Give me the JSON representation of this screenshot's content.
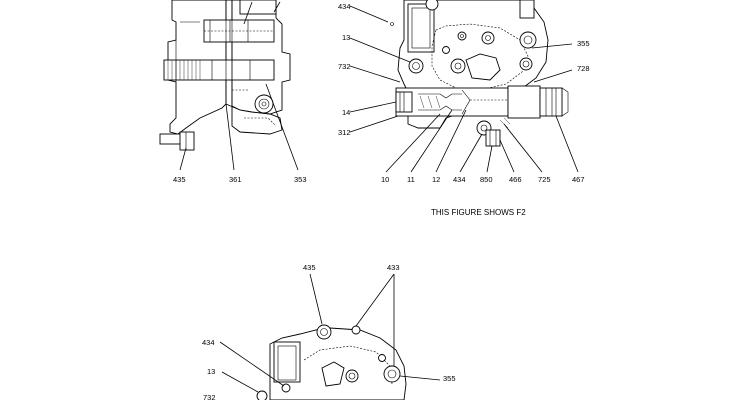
{
  "caption": "THIS FIGURE SHOWS  F2",
  "left_view": {
    "callouts": [
      "435",
      "361",
      "353"
    ]
  },
  "right_view": {
    "callouts": [
      "434",
      "13",
      "732",
      "14",
      "312",
      "355",
      "728",
      "10",
      "11",
      "12",
      "434",
      "850",
      "466",
      "725",
      "467"
    ]
  },
  "bottom_view": {
    "callouts": [
      "435",
      "433",
      "434",
      "13",
      "355",
      "732"
    ]
  }
}
